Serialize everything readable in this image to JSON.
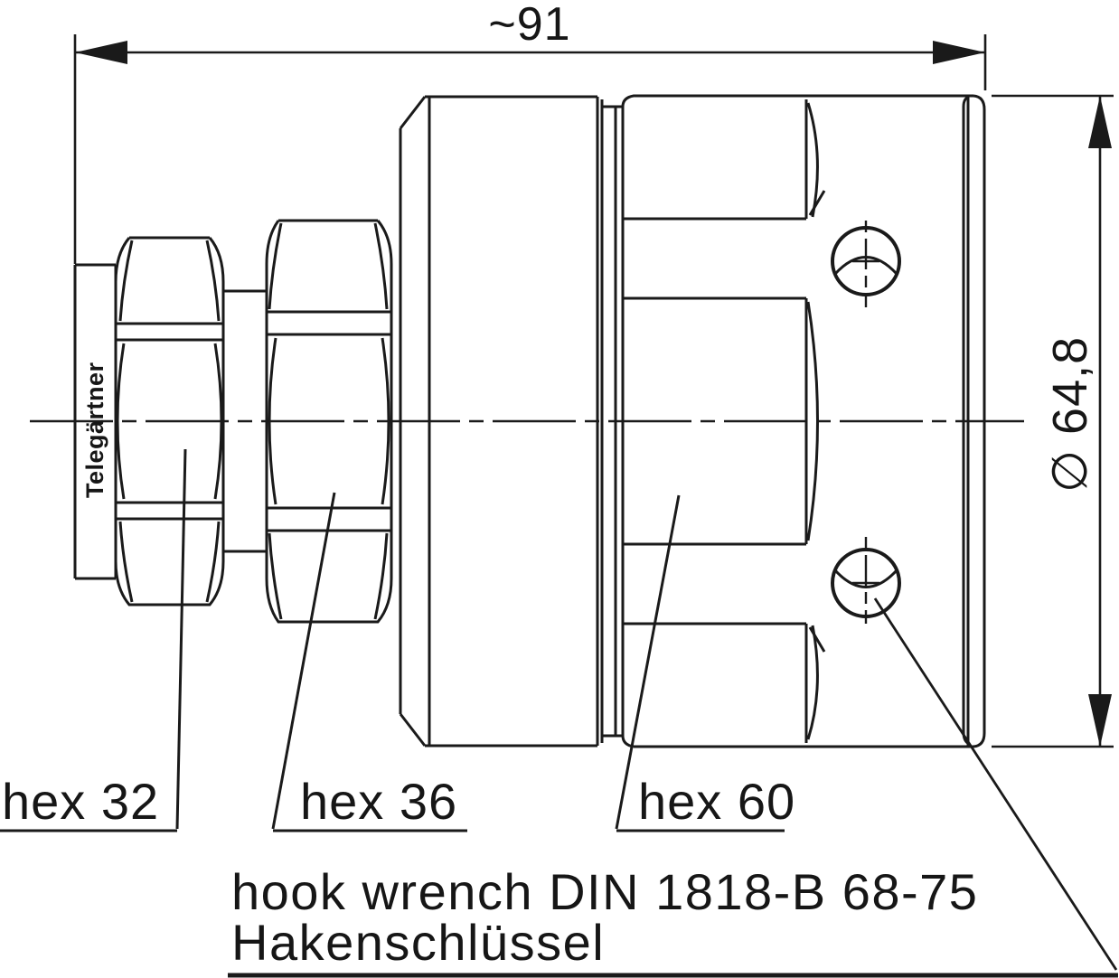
{
  "brand": {
    "label": "Telegärtner"
  },
  "dimensions": {
    "length": "~91",
    "diameter": "∅ 64,8"
  },
  "hex_labels": {
    "hex32": "hex 32",
    "hex36": "hex 36",
    "hex60": "hex 60"
  },
  "note": {
    "line1": "hook wrench DIN 1818-B 68-75",
    "line2": "Hakenschlüssel"
  },
  "colors": {
    "line": "#1a1a1a",
    "background": "#ffffff"
  }
}
